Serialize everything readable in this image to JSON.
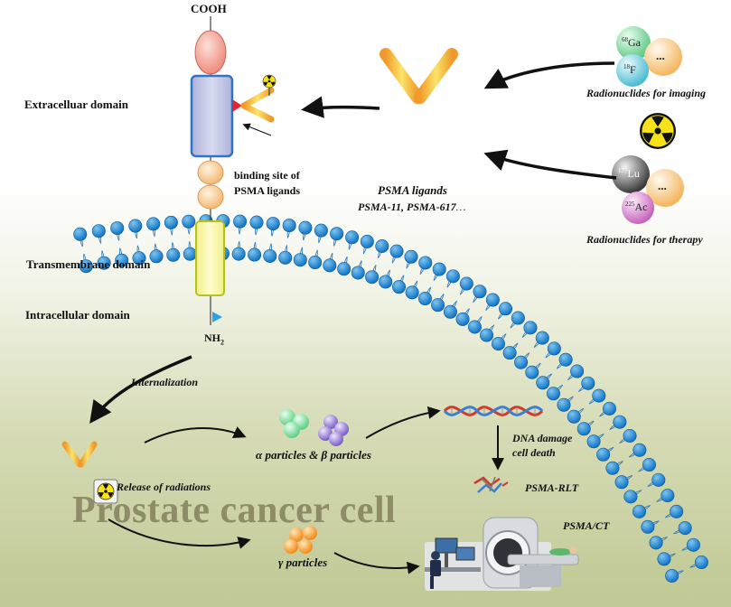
{
  "labels": {
    "cooh": "COOH",
    "nh2_base": "NH",
    "nh2_sub": "2",
    "extracellular": "Extracelluar domain",
    "transmembrane": "Transmembrane domain",
    "intracellular": "Intracellular domain",
    "binding_site_line1": "binding site of",
    "binding_site_line2": "PSMA ligands",
    "psma_ligands_title": "PSMA ligands",
    "psma_ligands_examples": "PSMA-11, PSMA-617",
    "psma_ligands_ellipsis": "…",
    "radionuclides_imaging": "Radionuclides for imaging",
    "radionuclides_therapy": "Radionuclides for therapy",
    "internalization": "Internalization",
    "alpha_beta": "α particles & β particles",
    "release": "Release of radiations",
    "gamma": "γ particles",
    "dna_line1": "DNA damage",
    "dna_line2": "cell death",
    "psma_rlt": "PSMA-RLT",
    "psma_ct": "PSMA/CT",
    "prostate_cell": "Prostate cancer cell"
  },
  "isotopes": {
    "ga_mass": "68",
    "ga_symbol": "Ga",
    "f_mass": "18",
    "f_symbol": "F",
    "imaging_more": "...",
    "lu_mass": "177",
    "lu_symbol": "Lu",
    "ac_mass": "225",
    "ac_symbol": "Ac",
    "therapy_more": "..."
  },
  "colors": {
    "membrane_head": "#1e8fd6",
    "membrane_tail": "#3a7fb8",
    "receptor_box": "#c6c8e4",
    "receptor_border": "#3a78c0",
    "transmembrane_box": "#fbf9a8",
    "ligand_orange": "#f5a623",
    "ligand_yellow": "#f8e04a",
    "ga_sphere": "#6fcf8d",
    "f_sphere": "#6cc7d6",
    "imaging_more_sphere": "#f6c27a",
    "lu_sphere": "#555555",
    "ac_sphere": "#d37ac8",
    "therapy_more_sphere": "#f6c27a",
    "alpha_green": "#7ed89b",
    "beta_purple": "#8b6fcf",
    "gamma_orange": "#f7941d"
  },
  "icons": {
    "radiation": "radiation-icon",
    "dna": "dna-icon",
    "scanner": "pet-ct-scanner-icon"
  }
}
